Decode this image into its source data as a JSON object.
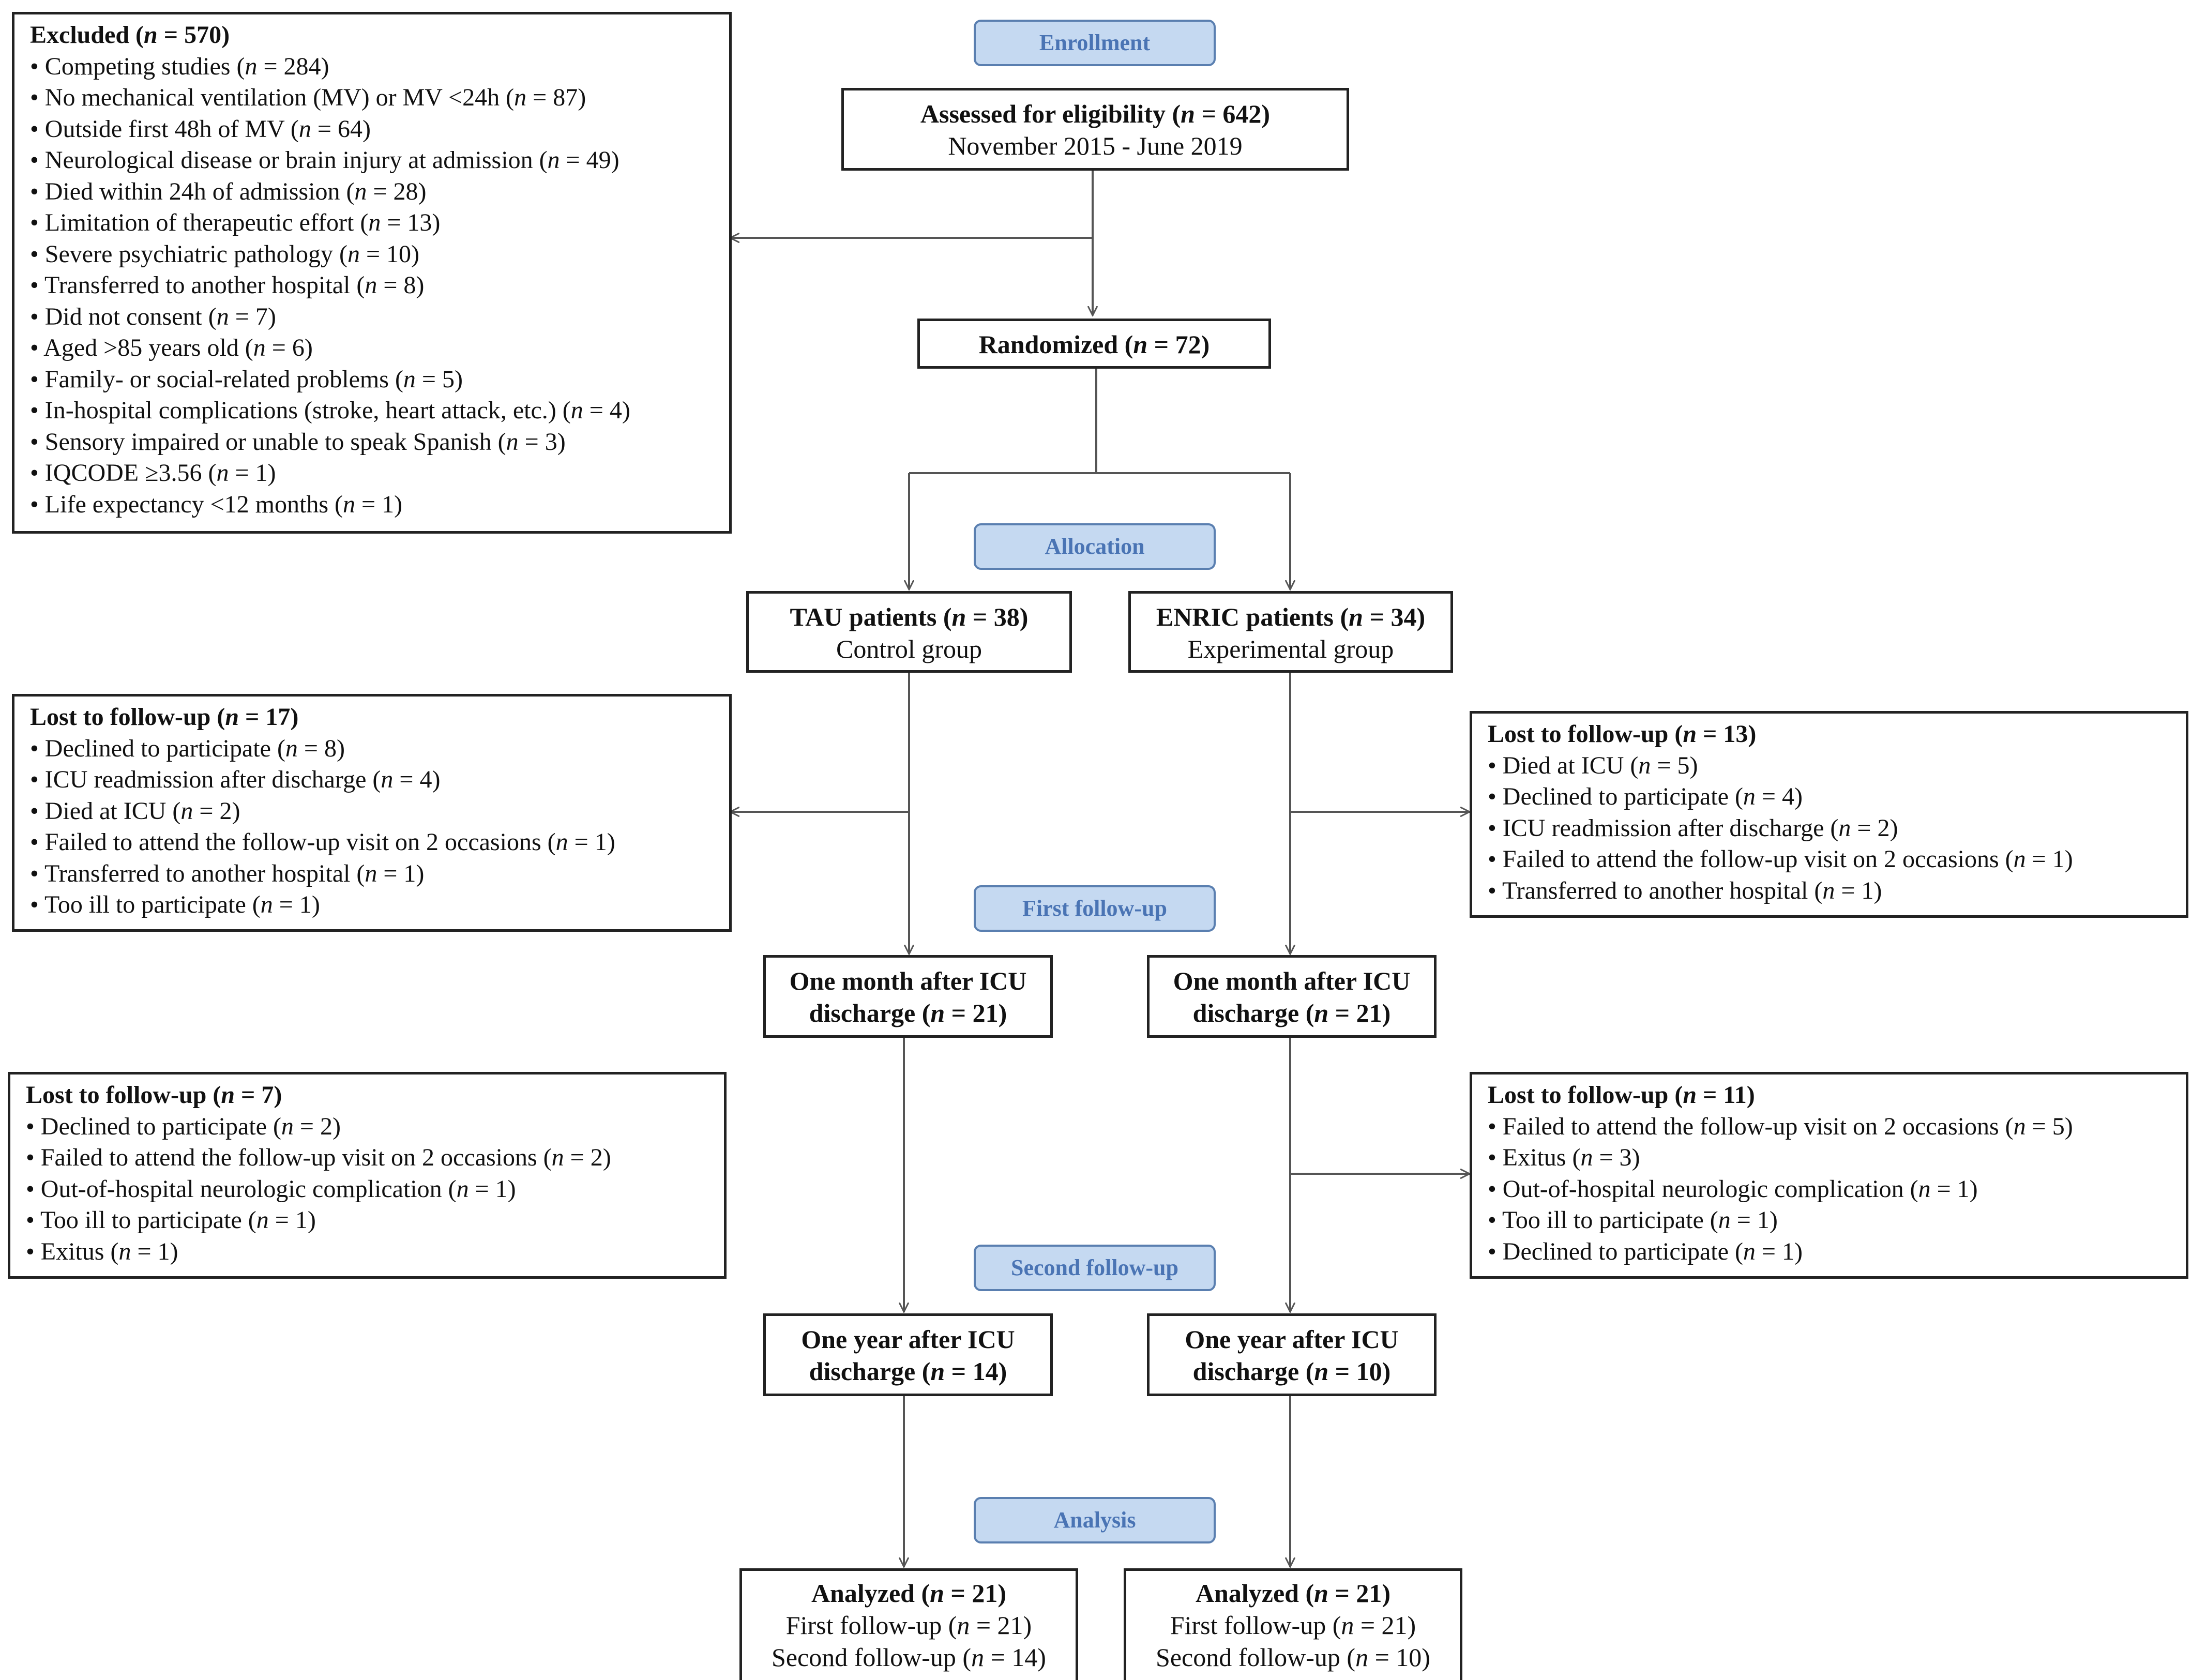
{
  "stages": {
    "enrollment": "Enrollment",
    "allocation": "Allocation",
    "first_follow_up": "First follow-up",
    "second_follow_up": "Second follow-up",
    "analysis": "Analysis"
  },
  "assessed": {
    "title_a": "Assessed for eligibility (",
    "n_sym": "n",
    "title_b": " = 642)",
    "subtitle": "November 2015 - June 2019"
  },
  "randomized": {
    "title_a": "Randomized (",
    "n_sym": "n",
    "title_b": " = 72)"
  },
  "excluded": {
    "title_a": "Excluded (",
    "n_sym": "n",
    "title_b": " = 570)",
    "items": [
      {
        "text": "• Competing studies (",
        "n_sym": "n",
        "count": " = 284)"
      },
      {
        "text": "• No mechanical ventilation (MV) or MV <24h (",
        "n_sym": "n",
        "count": " = 87)"
      },
      {
        "text": "• Outside first 48h of MV (",
        "n_sym": "n",
        "count": " = 64)"
      },
      {
        "text": "• Neurological disease or brain injury at admission (",
        "n_sym": "n",
        "count": " = 49)"
      },
      {
        "text": "• Died within 24h of admission (",
        "n_sym": "n",
        "count": " = 28)"
      },
      {
        "text": "• Limitation of therapeutic effort (",
        "n_sym": "n",
        "count": " = 13)"
      },
      {
        "text": "• Severe psychiatric pathology (",
        "n_sym": "n",
        "count": " = 10)"
      },
      {
        "text": "• Transferred to another hospital (",
        "n_sym": "n",
        "count": " = 8)"
      },
      {
        "text": "• Did not consent (",
        "n_sym": "n",
        "count": " = 7)"
      },
      {
        "text": "• Aged >85 years old (",
        "n_sym": "n",
        "count": " = 6)"
      },
      {
        "text": "• Family- or social-related problems (",
        "n_sym": "n",
        "count": " = 5)"
      },
      {
        "text": "• In-hospital complications (stroke, heart attack, etc.) (",
        "n_sym": "n",
        "count": " = 4)"
      },
      {
        "text": "• Sensory impaired or unable to speak Spanish (",
        "n_sym": "n",
        "count": " = 3)"
      },
      {
        "text": "• IQCODE ≥3.56 (",
        "n_sym": "n",
        "count": " = 1)"
      },
      {
        "text": "• Life expectancy <12 months (",
        "n_sym": "n",
        "count": " = 1)"
      }
    ]
  },
  "tau": {
    "title_a": "TAU patients (",
    "n_sym": "n",
    "title_b": " = 38)",
    "subtitle": "Control group"
  },
  "enric": {
    "title_a": "ENRIC patients (",
    "n_sym": "n",
    "title_b": " = 34)",
    "subtitle": "Experimental group"
  },
  "lost_tau_1": {
    "title_a": "Lost to follow-up (",
    "n_sym": "n",
    "title_b": " = 17)",
    "items": [
      {
        "text": "• Declined to participate (",
        "n_sym": "n",
        "count": " = 8)"
      },
      {
        "text": "• ICU readmission after discharge (",
        "n_sym": "n",
        "count": " = 4)"
      },
      {
        "text": "• Died at ICU (",
        "n_sym": "n",
        "count": " = 2)"
      },
      {
        "text": "• Failed to attend the follow-up visit on 2 occasions (",
        "n_sym": "n",
        "count": " = 1)"
      },
      {
        "text": "• Transferred to another hospital (",
        "n_sym": "n",
        "count": " = 1)"
      },
      {
        "text": "• Too ill to participate (",
        "n_sym": "n",
        "count": " = 1)"
      }
    ]
  },
  "lost_enric_1": {
    "title_a": "Lost to follow-up (",
    "n_sym": "n",
    "title_b": " = 13)",
    "items": [
      {
        "text": "• Died at ICU (",
        "n_sym": "n",
        "count": " = 5)"
      },
      {
        "text": "• Declined to participate (",
        "n_sym": "n",
        "count": " = 4)"
      },
      {
        "text": "• ICU readmission after discharge (",
        "n_sym": "n",
        "count": " = 2)"
      },
      {
        "text": "• Failed to attend the follow-up visit on 2 occasions (",
        "n_sym": "n",
        "count": " = 1)"
      },
      {
        "text": "• Transferred to another hospital (",
        "n_sym": "n",
        "count": " = 1)"
      }
    ]
  },
  "tau_month": {
    "line1": "One month after ICU",
    "line2_a": "discharge (",
    "n_sym": "n",
    "line2_b": " = 21)"
  },
  "enric_month": {
    "line1": "One month after ICU",
    "line2_a": "discharge (",
    "n_sym": "n",
    "line2_b": " = 21)"
  },
  "lost_tau_2": {
    "title_a": "Lost to follow-up (",
    "n_sym": "n",
    "title_b": " = 7)",
    "items": [
      {
        "text": "• Declined to participate (",
        "n_sym": "n",
        "count": " = 2)"
      },
      {
        "text": "• Failed to attend the follow-up visit on 2 occasions (",
        "n_sym": "n",
        "count": " = 2)"
      },
      {
        "text": "• Out-of-hospital neurologic complication (",
        "n_sym": "n",
        "count": " = 1)"
      },
      {
        "text": "• Too ill to participate (",
        "n_sym": "n",
        "count": " = 1)"
      },
      {
        "text": "• Exitus (",
        "n_sym": "n",
        "count": " = 1)"
      }
    ]
  },
  "lost_enric_2": {
    "title_a": "Lost to follow-up (",
    "n_sym": "n",
    "title_b": " = 11)",
    "items": [
      {
        "text": "• Failed to attend the follow-up visit on 2 occasions (",
        "n_sym": "n",
        "count": " = 5)"
      },
      {
        "text": "• Exitus (",
        "n_sym": "n",
        "count": " = 3)"
      },
      {
        "text": "• Out-of-hospital neurologic complication (",
        "n_sym": "n",
        "count": " = 1)"
      },
      {
        "text": "• Too ill to participate (",
        "n_sym": "n",
        "count": " = 1)"
      },
      {
        "text": "• Declined to participate (",
        "n_sym": "n",
        "count": " = 1)"
      }
    ]
  },
  "tau_year": {
    "line1": "One year after ICU",
    "line2_a": "discharge (",
    "n_sym": "n",
    "line2_b": " = 14)"
  },
  "enric_year": {
    "line1": "One year after ICU",
    "line2_a": "discharge (",
    "n_sym": "n",
    "line2_b": " = 10)"
  },
  "tau_analyzed": {
    "title_a": "Analyzed (",
    "n_sym": "n",
    "title_b": " = 21)",
    "first_a": "First follow-up (",
    "first_n": " = 21)",
    "second_a": "Second follow-up (",
    "second_n": " = 14)"
  },
  "enric_analyzed": {
    "title_a": "Analyzed (",
    "n_sym": "n",
    "title_b": " = 21)",
    "first_a": "First follow-up (",
    "first_n": " = 21)",
    "second_a": "Second follow-up (",
    "second_n": " = 10)"
  }
}
